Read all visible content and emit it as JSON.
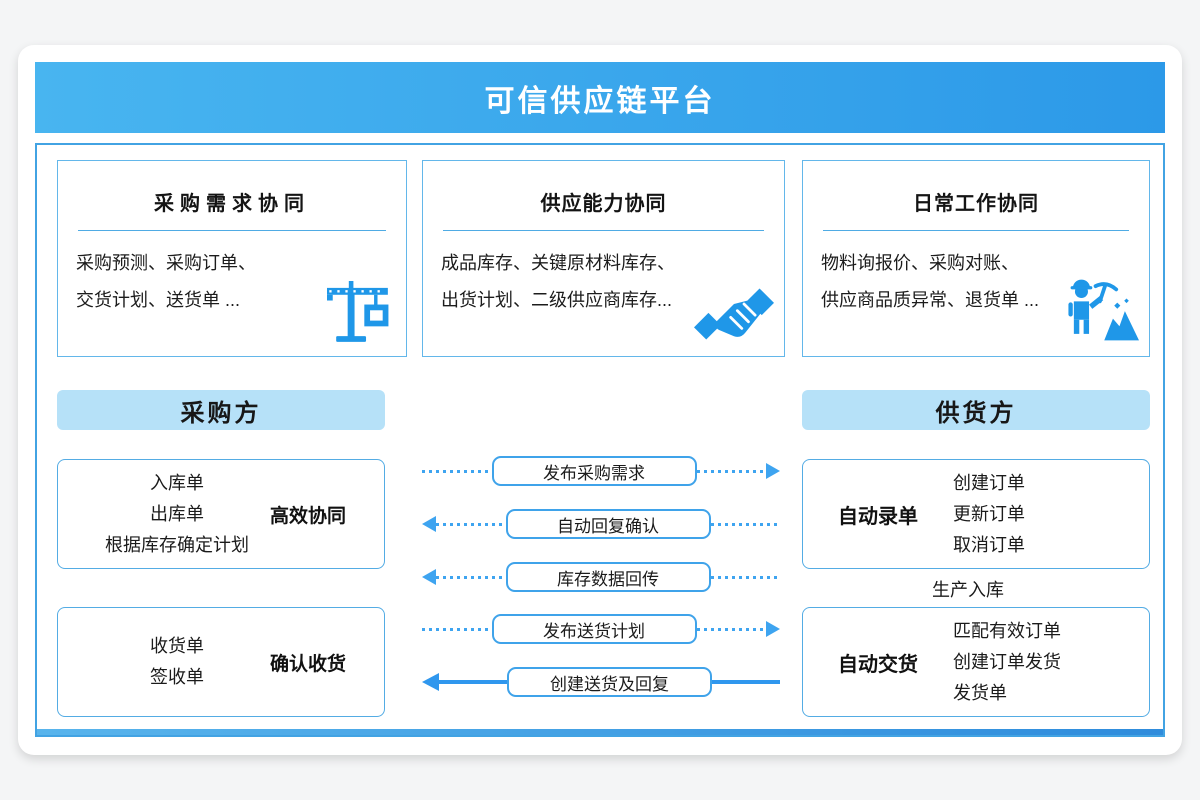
{
  "header": {
    "title": "可信供应链平台"
  },
  "top_boxes": [
    {
      "title": "采购需求协同",
      "line1": "采购预测、采购订单、",
      "line2": "交货计划、送货单 ...",
      "icon": "crane-icon"
    },
    {
      "title": "供应能力协同",
      "line1": "成品库存、关键原材料库存、",
      "line2": "出货计划、二级供应商库存...",
      "icon": "handshake-icon"
    },
    {
      "title": "日常工作协同",
      "line1": "物料询报价、采购对账、",
      "line2": "供应商品质异常、退货单 ...",
      "icon": "worker-icon"
    }
  ],
  "parties": {
    "buyer": "采购方",
    "supplier": "供货方"
  },
  "buyer_boxes": [
    {
      "items": [
        "入库单",
        "出库单",
        "根据库存确定计划"
      ],
      "label": "高效协同"
    },
    {
      "items": [
        "收货单",
        "签收单"
      ],
      "label": "确认收货"
    }
  ],
  "flows": [
    {
      "label": "发布采购需求",
      "direction": "right",
      "style": "dotted"
    },
    {
      "label": "自动回复确认",
      "direction": "left",
      "style": "dotted"
    },
    {
      "label": "库存数据回传",
      "direction": "left",
      "style": "dotted"
    },
    {
      "label": "发布送货计划",
      "direction": "right",
      "style": "dotted"
    },
    {
      "label": "创建送货及回复",
      "direction": "left",
      "style": "solid"
    }
  ],
  "supplier_boxes": [
    {
      "label": "自动录单",
      "items": [
        "创建订单",
        "更新订单",
        "取消订单"
      ]
    },
    {
      "label": "自动交货",
      "items": [
        "匹配有效订单",
        "创建订单发货",
        "发货单"
      ]
    }
  ],
  "between_text": "生产入库",
  "colors": {
    "header_gradient_start": "#48b5f0",
    "header_gradient_end": "#2c99e8",
    "accent_blue": "#1f97e8",
    "light_blue_bg": "#b6e1f8",
    "border_blue": "#42a3e3",
    "arrow_blue": "#3ea4f0"
  }
}
